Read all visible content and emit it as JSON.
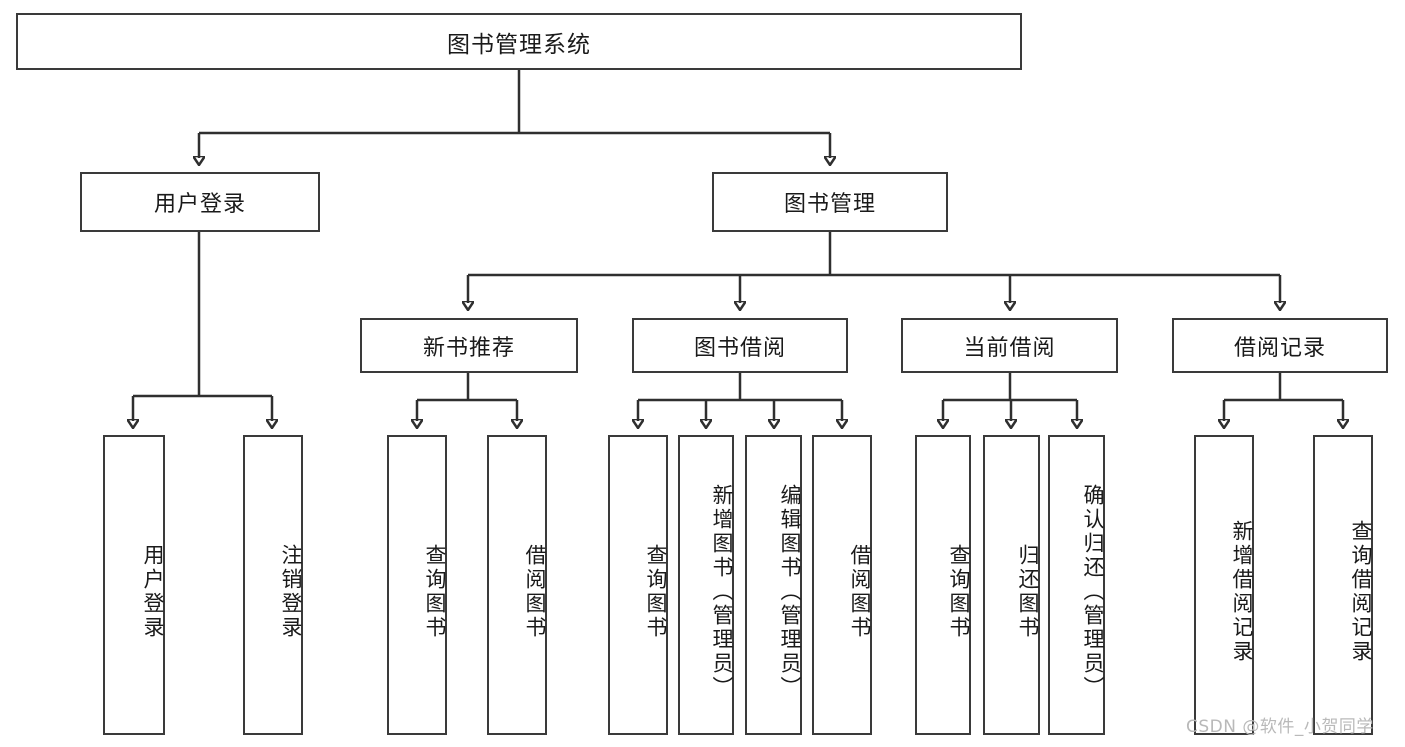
{
  "diagram": {
    "type": "tree",
    "title": "图书管理系统",
    "root": {
      "label": "图书管理系统"
    },
    "level2": [
      {
        "label": "用户登录"
      },
      {
        "label": "图书管理"
      }
    ],
    "level3": [
      {
        "label": "新书推荐"
      },
      {
        "label": "图书借阅"
      },
      {
        "label": "当前借阅"
      },
      {
        "label": "借阅记录"
      }
    ],
    "leaves": {
      "user_login": [
        {
          "label": "用户登录"
        },
        {
          "label": "注销登录"
        }
      ],
      "new_book_recommend": [
        {
          "label": "查询图书"
        },
        {
          "label": "借阅图书"
        }
      ],
      "book_borrow": [
        {
          "label": "查询图书"
        },
        {
          "label": "新增图书（管理员）"
        },
        {
          "label": "编辑图书（管理员）"
        },
        {
          "label": "借阅图书"
        }
      ],
      "current_borrow": [
        {
          "label": "查询图书"
        },
        {
          "label": "归还图书"
        },
        {
          "label": "确认归还（管理员）"
        }
      ],
      "borrow_record": [
        {
          "label": "新增借阅记录"
        },
        {
          "label": "查询借阅记录"
        }
      ]
    }
  },
  "watermark": {
    "text": "CSDN @软件_小贺同学"
  },
  "colors": {
    "box_border": "#3a3a3a",
    "line": "#2f2f2f",
    "background": "#ffffff",
    "text": "#1a1a1a",
    "watermark": "#b9b9b9"
  }
}
